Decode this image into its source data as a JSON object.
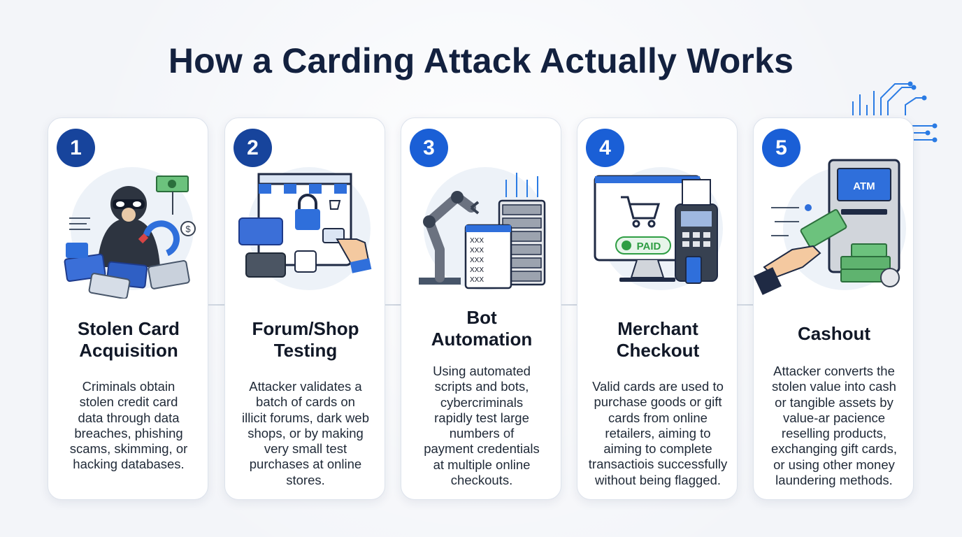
{
  "title": "How a Carding Attack Actually Works",
  "steps": [
    {
      "number": "1",
      "title_lines": [
        "Stolen Card",
        "Acquisition"
      ],
      "desc_lines": [
        "Criminals obtain",
        "stolen credit card",
        "data through data",
        "breaches, phishing",
        "scams, skimming, or",
        "hacking databases."
      ]
    },
    {
      "number": "2",
      "title_lines": [
        "Forum/Shop",
        "Testing"
      ],
      "desc_lines": [
        "Attacker validates a",
        "batch of cards on",
        "illicit forums, dark web",
        "shops, or by making",
        "very small test",
        "purchases at online",
        "stores."
      ]
    },
    {
      "number": "3",
      "title_lines": [
        "Bot",
        "Automation"
      ],
      "desc_lines": [
        "Using automated",
        "scripts and bots,",
        "cybercriminals",
        "rapidly test large",
        "numbers of",
        "payment credentials",
        "at multiple online",
        "checkouts."
      ]
    },
    {
      "number": "4",
      "title_lines": [
        "Merchant",
        "Checkout"
      ],
      "desc_lines": [
        "Valid cards are used to",
        "purchase goods or gift",
        "cards from online",
        "retailers, aiming to",
        "aiming to complete",
        "transactiois successfully",
        "without being flagged."
      ]
    },
    {
      "number": "5",
      "title_lines": [
        "Cashout"
      ],
      "desc_lines": [
        "Attacker converts the",
        "stolen value into cash",
        "or tangible assets by",
        "value‑ar pacience",
        "reselling products,",
        "exchanging gift cards,",
        "or using other money",
        "laundering methods."
      ]
    }
  ],
  "illustration_text": {
    "paid_label": "PAID",
    "atm_label": "ATM",
    "bot_rows": [
      "XXX",
      "XXX",
      "XXX",
      "XXX",
      "XXX"
    ]
  },
  "colors": {
    "navy": "#17449c",
    "blue": "#1a5fd6",
    "title": "#13213f",
    "card_bg": "#ffffff",
    "page_bg": "#f3f5f9",
    "money_green": "#3f9b5a",
    "paid_green": "#2f9e44"
  },
  "icons": [
    "hooded-hacker-icon",
    "credit-card-icon",
    "magnet-icon",
    "money-icon",
    "shop-window-icon",
    "lock-icon",
    "pointer-hand-icon",
    "robot-arm-icon",
    "server-rack-icon",
    "monitor-icon",
    "shopping-cart-icon",
    "card-terminal-icon",
    "atm-icon",
    "cash-stack-icon"
  ]
}
